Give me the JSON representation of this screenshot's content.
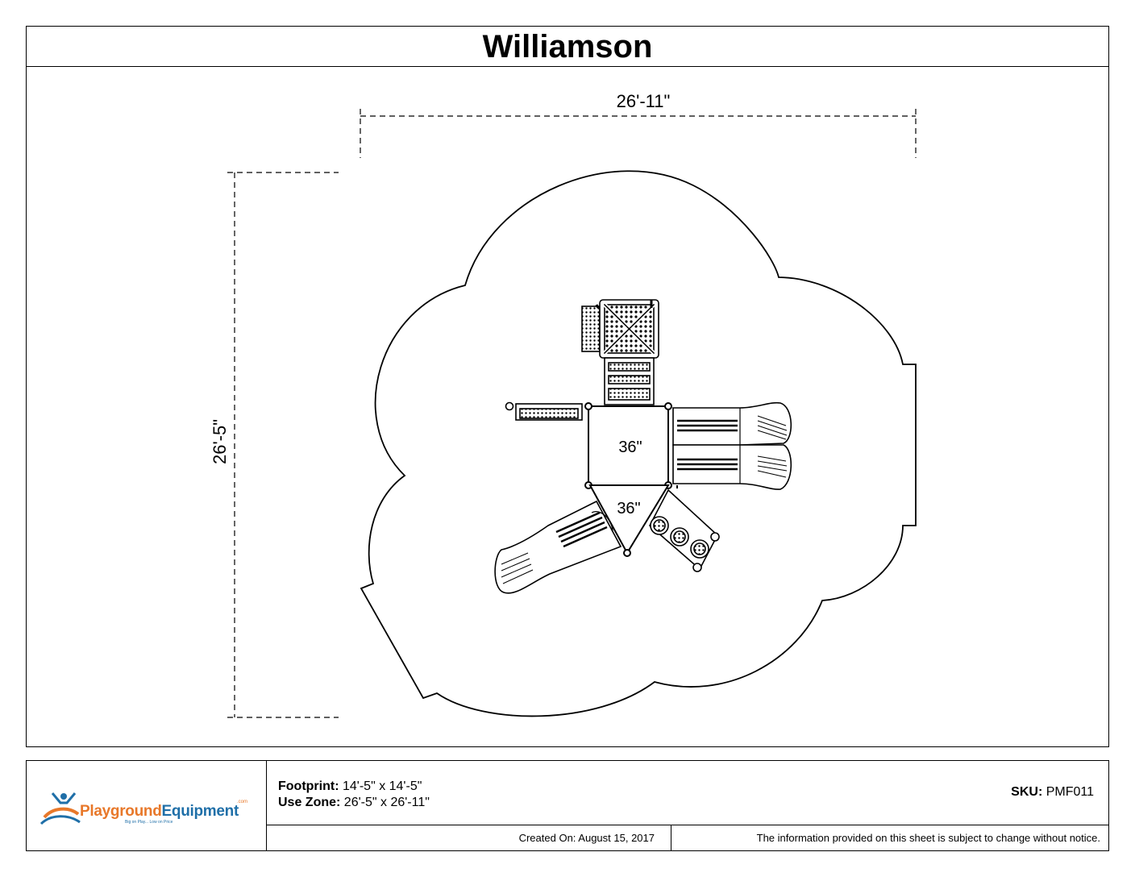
{
  "title": "Williamson",
  "dimensions": {
    "width_label": "26'-11\"",
    "depth_label": "26'-5\""
  },
  "platforms": {
    "square_deck_label": "36\"",
    "triangle_deck_label": "36\""
  },
  "footer": {
    "footprint_label": "Footprint:",
    "footprint_value": "14'-5\" x 14'-5\"",
    "use_zone_label": "Use Zone:",
    "use_zone_value": "26'-5\" x 26'-11\"",
    "sku_label": "SKU:",
    "sku_value": "PMF011",
    "created_on": "Created On: August 15, 2017",
    "notice": "The information provided on this sheet is subject to change without notice."
  },
  "logo": {
    "word1": "Playground",
    "word2": "Equipment",
    "suffix": ".com",
    "tagline": "Big on Play... Low on Price",
    "colors": {
      "orange": "#e8782a",
      "blue": "#1f6fa8"
    }
  }
}
